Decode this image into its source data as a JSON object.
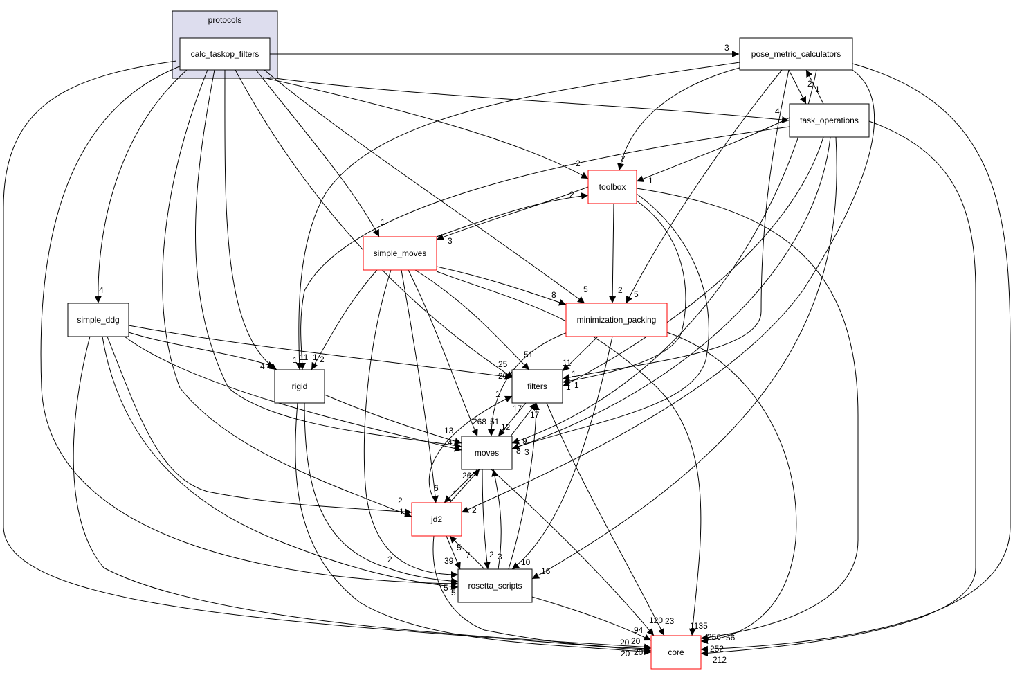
{
  "colors": {
    "cluster_fill": "#ddddee",
    "focus_fill": "#eeeeff",
    "incomplete_border": "#ff0000",
    "edge": "#000000"
  },
  "cluster": {
    "label": "protocols"
  },
  "nodes": [
    {
      "id": "calc_taskop_filters",
      "label": "calc_taskop_filters",
      "focus": true
    },
    {
      "id": "pose_metric_calculators",
      "label": "pose_metric_calculators"
    },
    {
      "id": "task_operations",
      "label": "task_operations"
    },
    {
      "id": "toolbox",
      "label": "toolbox",
      "red": true
    },
    {
      "id": "simple_moves",
      "label": "simple_moves",
      "red": true
    },
    {
      "id": "simple_ddg",
      "label": "simple_ddg"
    },
    {
      "id": "minimization_packing",
      "label": "minimization_packing",
      "red": true
    },
    {
      "id": "rigid",
      "label": "rigid"
    },
    {
      "id": "filters",
      "label": "filters"
    },
    {
      "id": "moves",
      "label": "moves"
    },
    {
      "id": "jd2",
      "label": "jd2",
      "red": true
    },
    {
      "id": "rosetta_scripts",
      "label": "rosetta_scripts"
    },
    {
      "id": "core",
      "label": "core",
      "red": true
    }
  ],
  "edges": [
    {
      "from": "calc_taskop_filters",
      "to": "pose_metric_calculators",
      "label": "3"
    },
    {
      "from": "calc_taskop_filters",
      "to": "task_operations",
      "label": "4"
    },
    {
      "from": "calc_taskop_filters",
      "to": "toolbox",
      "label": "2"
    },
    {
      "from": "calc_taskop_filters",
      "to": "simple_moves",
      "label": "1"
    },
    {
      "from": "calc_taskop_filters",
      "to": "minimization_packing",
      "label": "5"
    },
    {
      "from": "calc_taskop_filters",
      "to": "filters",
      "label": "25"
    },
    {
      "from": "calc_taskop_filters",
      "to": "moves",
      "label": "4"
    },
    {
      "from": "calc_taskop_filters",
      "to": "rigid",
      "label": "11"
    },
    {
      "from": "calc_taskop_filters",
      "to": "jd2",
      "label": "2"
    },
    {
      "from": "calc_taskop_filters",
      "to": "simple_ddg",
      "label": "4"
    },
    {
      "from": "calc_taskop_filters",
      "to": "rosetta_scripts",
      "label": "5"
    },
    {
      "from": "calc_taskop_filters",
      "to": "core",
      "label": "20"
    },
    {
      "from": "pose_metric_calculators",
      "to": "task_operations",
      "label": "2"
    },
    {
      "from": "pose_metric_calculators",
      "to": "toolbox",
      "label": "7"
    },
    {
      "from": "pose_metric_calculators",
      "to": "minimization_packing",
      "label": "5"
    },
    {
      "from": "pose_metric_calculators",
      "to": "rigid",
      "label": "1"
    },
    {
      "from": "pose_metric_calculators",
      "to": "filters",
      "label": "1"
    },
    {
      "from": "pose_metric_calculators",
      "to": "moves",
      "label": "9"
    },
    {
      "from": "pose_metric_calculators",
      "to": "jd2",
      "label": "2"
    },
    {
      "from": "pose_metric_calculators",
      "to": "core",
      "label": "252"
    },
    {
      "from": "task_operations",
      "to": "pose_metric_calculators",
      "label": "1"
    },
    {
      "from": "task_operations",
      "to": "toolbox",
      "label": "1"
    },
    {
      "from": "task_operations",
      "to": "rigid",
      "label": "1"
    },
    {
      "from": "task_operations",
      "to": "filters",
      "label": "1"
    },
    {
      "from": "task_operations",
      "to": "moves",
      "label": "3"
    },
    {
      "from": "task_operations",
      "to": "rosetta_scripts",
      "label": "16"
    },
    {
      "from": "task_operations",
      "to": "core",
      "label": "212"
    },
    {
      "from": "toolbox",
      "to": "simple_moves",
      "label": "3"
    },
    {
      "from": "toolbox",
      "to": "minimization_packing",
      "label": "2"
    },
    {
      "from": "toolbox",
      "to": "filters",
      "label": "1"
    },
    {
      "from": "toolbox",
      "to": "moves",
      "label": "8"
    },
    {
      "from": "toolbox",
      "to": "core",
      "label": "256"
    },
    {
      "from": "simple_moves",
      "to": "toolbox",
      "label": "2"
    },
    {
      "from": "simple_moves",
      "to": "minimization_packing",
      "label": "8"
    },
    {
      "from": "simple_moves",
      "to": "filters",
      "label": "51"
    },
    {
      "from": "simple_moves",
      "to": "moves",
      "label": "268"
    },
    {
      "from": "simple_moves",
      "to": "rigid",
      "label": "2"
    },
    {
      "from": "simple_moves",
      "to": "jd2",
      "label": "6"
    },
    {
      "from": "simple_moves",
      "to": "rosetta_scripts",
      "label": "39"
    },
    {
      "from": "simple_moves",
      "to": "core",
      "label": "1135"
    },
    {
      "from": "simple_ddg",
      "to": "rigid",
      "label": "4"
    },
    {
      "from": "simple_ddg",
      "to": "filters",
      "label": "20"
    },
    {
      "from": "simple_ddg",
      "to": "moves",
      "label": "4"
    },
    {
      "from": "simple_ddg",
      "to": "jd2",
      "label": "1"
    },
    {
      "from": "simple_ddg",
      "to": "rosetta_scripts",
      "label": "5"
    },
    {
      "from": "simple_ddg",
      "to": "core",
      "label": "20"
    },
    {
      "from": "minimization_packing",
      "to": "filters",
      "label": "11"
    },
    {
      "from": "minimization_packing",
      "to": "moves",
      "label": "51"
    },
    {
      "from": "minimization_packing",
      "to": "rosetta_scripts",
      "label": "10"
    },
    {
      "from": "minimization_packing",
      "to": "core",
      "label": "56"
    },
    {
      "from": "rigid",
      "to": "moves",
      "label": "13"
    },
    {
      "from": "rigid",
      "to": "rosetta_scripts",
      "label": "2"
    },
    {
      "from": "rigid",
      "to": "core",
      "label": "20"
    },
    {
      "from": "filters",
      "to": "moves",
      "label": "12"
    },
    {
      "from": "filters",
      "to": "core",
      "label": "120"
    },
    {
      "from": "moves",
      "to": "filters",
      "label": "17"
    },
    {
      "from": "moves",
      "to": "jd2",
      "label": "1"
    },
    {
      "from": "moves",
      "to": "rosetta_scripts",
      "label": "2"
    },
    {
      "from": "moves",
      "to": "core",
      "label": "94"
    },
    {
      "from": "jd2",
      "to": "filters",
      "label": "1"
    },
    {
      "from": "jd2",
      "to": "moves",
      "label": "26"
    },
    {
      "from": "jd2",
      "to": "rosetta_scripts",
      "label": "7"
    },
    {
      "from": "jd2",
      "to": "core",
      "label": "20"
    },
    {
      "from": "rosetta_scripts",
      "to": "moves",
      "label": "3"
    },
    {
      "from": "rosetta_scripts",
      "to": "jd2",
      "label": "5"
    },
    {
      "from": "rosetta_scripts",
      "to": "filters",
      "label": "17"
    },
    {
      "from": "rosetta_scripts",
      "to": "core",
      "label": "23"
    }
  ]
}
